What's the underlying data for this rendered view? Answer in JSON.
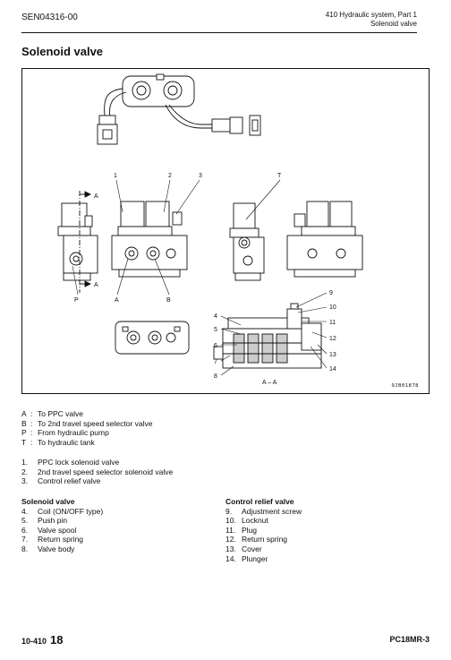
{
  "header": {
    "doc_code": "SEN04316-00",
    "section": "410 Hydraulic system, Part 1",
    "subsection": "Solenoid valve"
  },
  "title": "Solenoid valve",
  "figure": {
    "id": "9JB01878",
    "section_caption": "A – A",
    "callouts": {
      "c1": "1",
      "c2": "2",
      "c3": "3",
      "cT": "T",
      "cA_top": "A",
      "cA_bot": "A",
      "cP": "P",
      "cA2": "A",
      "cB": "B",
      "c4": "4",
      "c5": "5",
      "c6": "6",
      "c7": "7",
      "c8": "8",
      "c9": "9",
      "c10": "10",
      "c11": "11",
      "c12": "12",
      "c13": "13",
      "c14": "14"
    }
  },
  "ports": [
    {
      "key": "A",
      "text": "To PPC valve"
    },
    {
      "key": "B",
      "text": "To 2nd travel speed selector valve"
    },
    {
      "key": "P",
      "text": "From hydraulic pump"
    },
    {
      "key": "T",
      "text": "To hydraulic tank"
    }
  ],
  "parts": [
    {
      "num": "1.",
      "text": "PPC lock solenoid valve"
    },
    {
      "num": "2.",
      "text": "2nd travel speed selector solenoid valve"
    },
    {
      "num": "3.",
      "text": "Control relief valve"
    }
  ],
  "solenoid_section": {
    "heading": "Solenoid valve",
    "items": [
      {
        "num": "4.",
        "text": "Coil (ON/OFF type)"
      },
      {
        "num": "5.",
        "text": "Push pin"
      },
      {
        "num": "6.",
        "text": "Valve spool"
      },
      {
        "num": "7.",
        "text": "Return spring"
      },
      {
        "num": "8.",
        "text": "Valve body"
      }
    ]
  },
  "relief_section": {
    "heading": "Control relief valve",
    "items": [
      {
        "num": "9.",
        "text": "Adjustment screw"
      },
      {
        "num": "10.",
        "text": "Locknut"
      },
      {
        "num": "11.",
        "text": "Plug"
      },
      {
        "num": "12.",
        "text": "Return spring"
      },
      {
        "num": "13.",
        "text": "Cover"
      },
      {
        "num": "14.",
        "text": "Plunger"
      }
    ]
  },
  "footer": {
    "page_prefix": "10-410",
    "page_number": "18",
    "model": "PC18MR-3"
  }
}
